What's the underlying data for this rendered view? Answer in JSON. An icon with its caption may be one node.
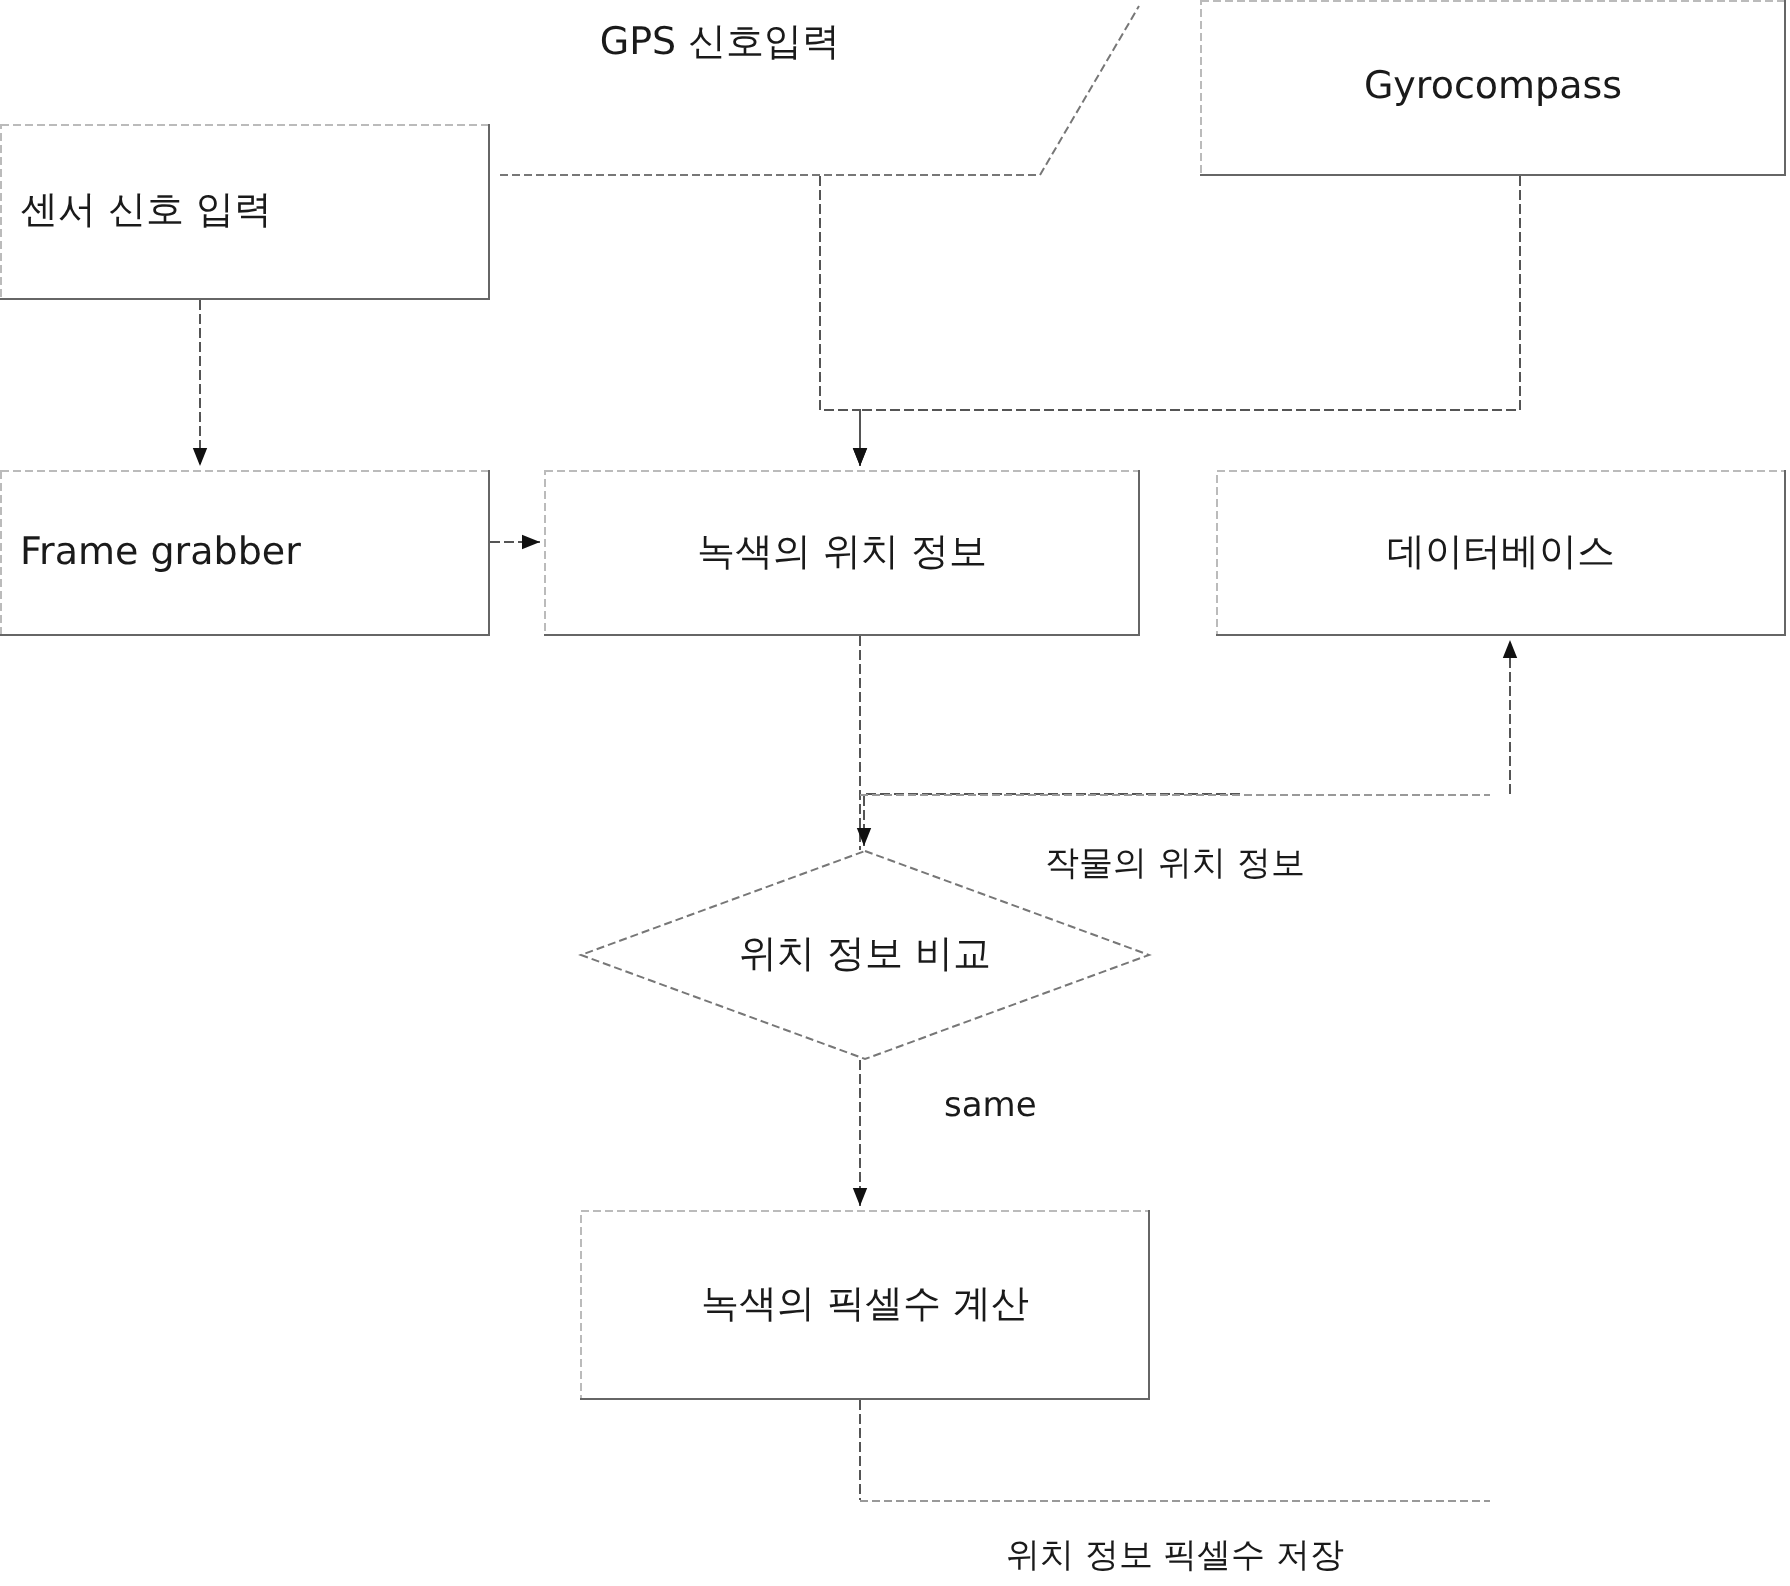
{
  "diagram": {
    "nodes": [
      {
        "text": [
          "센서 신호 입력"
        ]
      },
      {
        "text": [
          "GPS 신호입력"
        ]
      },
      {
        "text": [
          "Gyrocompass"
        ]
      },
      {
        "text": [
          "Frame grabber"
        ]
      },
      {
        "text": [
          "녹색의 위치 정보"
        ]
      },
      {
        "text": [
          "데이터베이스"
        ]
      },
      {
        "text": [
          "작물의 위치 정보"
        ]
      },
      {
        "text": [
          "위치 정보 비교"
        ]
      },
      {
        "text": [
          "녹색의 픽셀수 계산"
        ]
      },
      {
        "text": [
          "위치 정보 픽셀수 저장"
        ]
      }
    ],
    "edges": [
      {
        "from": 0,
        "to": 3,
        "arrow": "to"
      },
      {
        "from": 1,
        "to": 4,
        "arrow": "to"
      },
      {
        "from": 2,
        "to": 4,
        "arrow": "to"
      },
      {
        "from": 3,
        "to": 4,
        "arrow": "to"
      },
      {
        "from": 4,
        "to": 7,
        "arrow": "none"
      },
      {
        "from": 6,
        "to": 5,
        "arrow": "to"
      },
      {
        "from": 6,
        "to": 7,
        "arrow": "to"
      },
      {
        "from": 7,
        "to": 8,
        "label": "same",
        "arrow": "to"
      },
      {
        "from": 8,
        "to": 9,
        "arrow": "none"
      }
    ]
  }
}
